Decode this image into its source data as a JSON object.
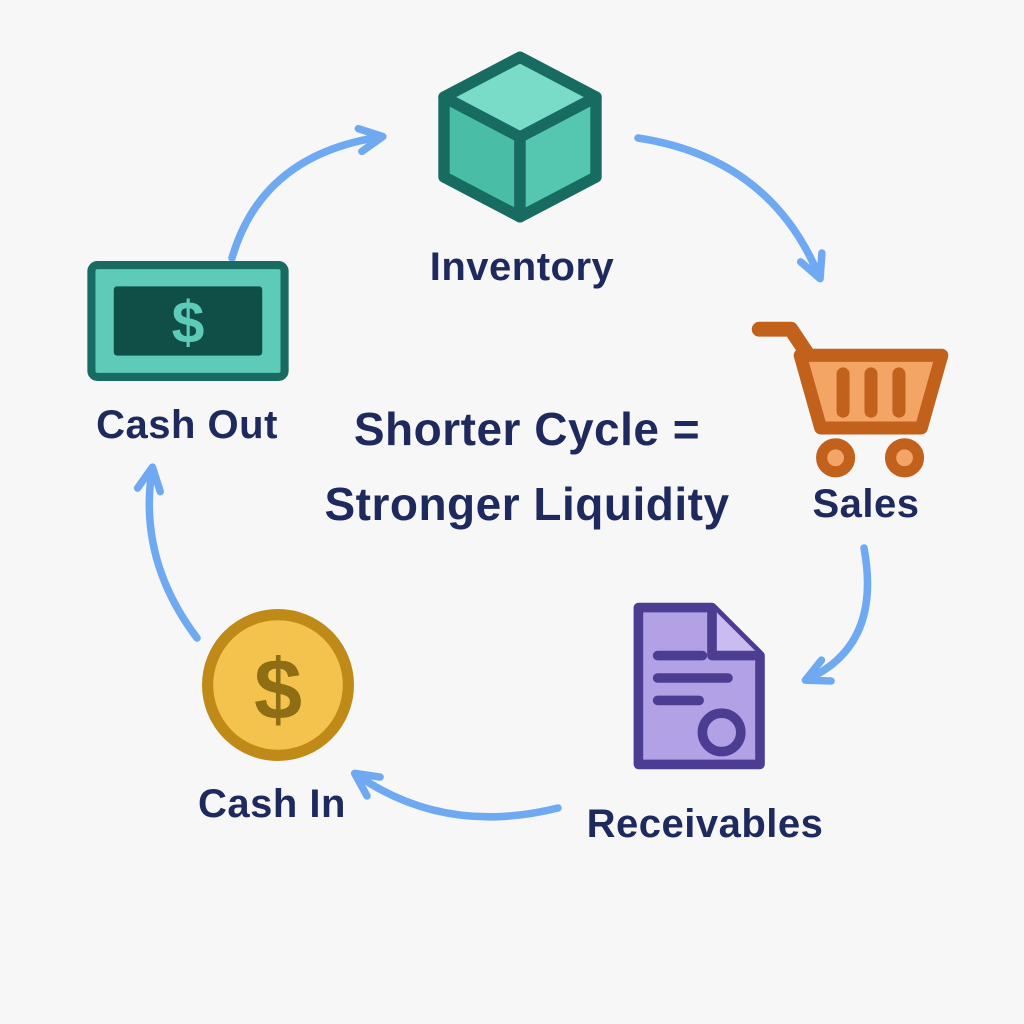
{
  "title": {
    "line1": "Shorter Cycle =",
    "line2": "Stronger Liquidity"
  },
  "nodes": {
    "inventory": {
      "label": "Inventory",
      "icon": "cube-icon"
    },
    "sales": {
      "label": "Sales",
      "icon": "shopping-cart-icon"
    },
    "receivables": {
      "label": "Receivables",
      "icon": "invoice-document-icon"
    },
    "cash_in": {
      "label": "Cash In",
      "icon": "dollar-coin-icon"
    },
    "cash_out": {
      "label": "Cash Out",
      "icon": "banknote-icon"
    }
  },
  "icon_glyphs": {
    "dollar": "$"
  },
  "colors": {
    "background": "#f7f7f8",
    "label_text": "#1e2a5e",
    "arrow_blue": "#6fa9f2",
    "inventory_teal_fill": "#5ecdb8",
    "inventory_teal_stroke": "#176b60",
    "sales_orange_fill": "#f3a566",
    "sales_orange_stroke": "#c1611c",
    "receivables_purple_fill": "#b3a1e6",
    "receivables_purple_stroke": "#4c3d92",
    "cash_in_gold_fill": "#f3c34d",
    "cash_in_gold_stroke": "#c08a18",
    "cash_out_teal_fill": "#5ecbb8",
    "cash_out_dark_panel": "#0f4f48"
  }
}
